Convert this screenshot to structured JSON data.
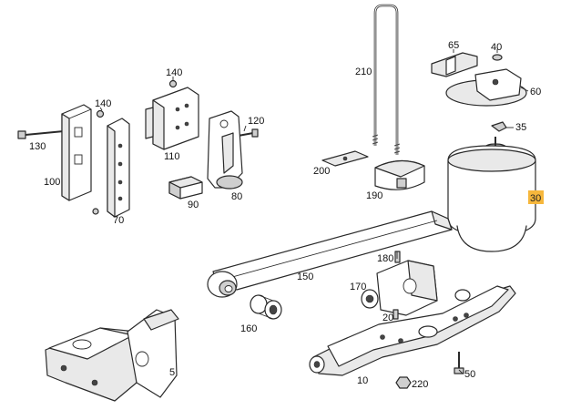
{
  "highlight_color": "#f6b73c",
  "labels": {
    "p5": "5",
    "p10": "10",
    "p20": "20",
    "p30": "30",
    "p35": "35",
    "p40": "40",
    "p50": "50",
    "p60": "60",
    "p65": "65",
    "p70": "70",
    "p80": "80",
    "p90": "90",
    "p100": "100",
    "p110": "110",
    "p120": "120",
    "p130": "130",
    "p140a": "140",
    "p140b": "140",
    "p150": "150",
    "p160": "160",
    "p170": "170",
    "p180": "180",
    "p190": "190",
    "p200": "200",
    "p210": "210",
    "p220": "220"
  },
  "highlighted_part": "30"
}
